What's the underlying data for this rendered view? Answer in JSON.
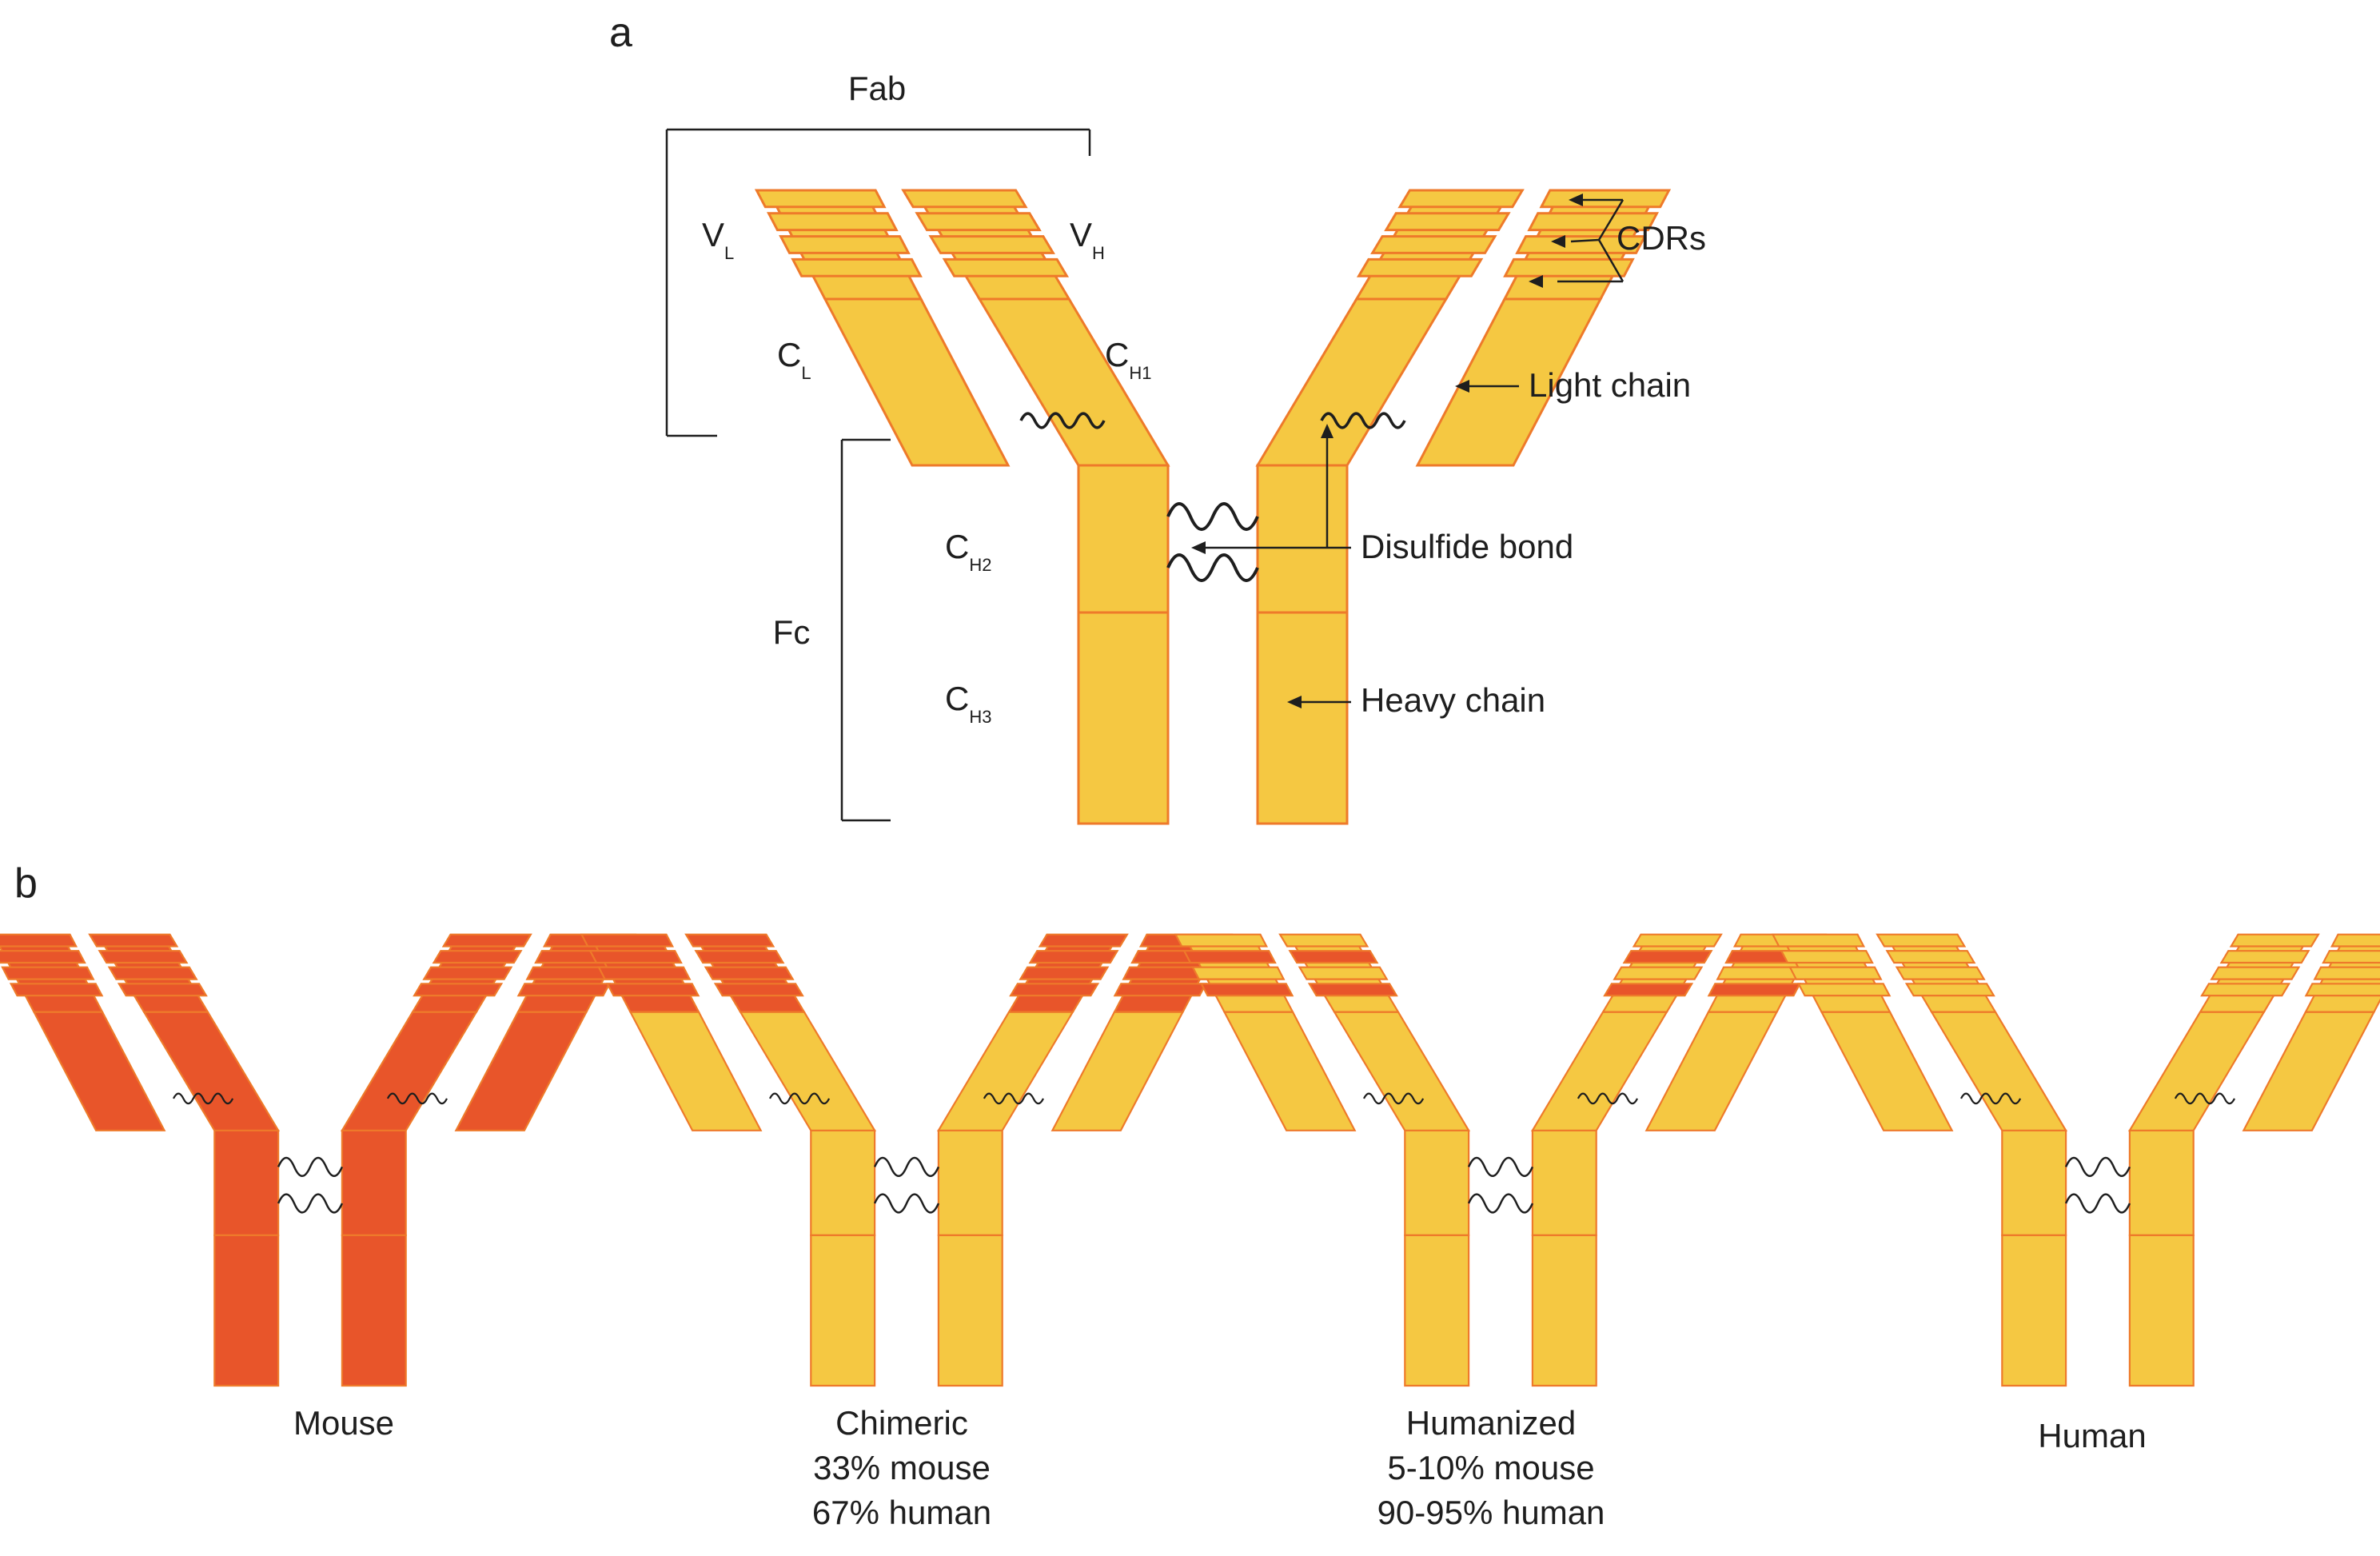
{
  "panel_a": {
    "letter": "a",
    "labels": {
      "fab": "Fab",
      "vl": "V",
      "vl_sub": "L",
      "vh": "V",
      "vh_sub": "H",
      "cl": "C",
      "cl_sub": "L",
      "ch1": "C",
      "ch1_sub": "H1",
      "ch2": "C",
      "ch2_sub": "H2",
      "ch3": "C",
      "ch3_sub": "H3",
      "fc": "Fc",
      "cdrs": "CDRs",
      "light_chain": "Light chain",
      "disulfide_bond": "Disulfide bond",
      "heavy_chain": "Heavy chain"
    }
  },
  "panel_b": {
    "letter": "b",
    "antibodies": [
      {
        "name": "Mouse",
        "line2": "",
        "line3": ""
      },
      {
        "name": "Chimeric",
        "line2": "33% mouse",
        "line3": "67% human"
      },
      {
        "name": "Humanized",
        "line2": "5-10% mouse",
        "line3": "90-95% human"
      },
      {
        "name": "Human",
        "line2": "",
        "line3": ""
      }
    ]
  },
  "colors": {
    "human": "#f5c842",
    "mouse": "#e8552a",
    "outline": "#ee7a2a",
    "line": "#1e1e1e"
  }
}
